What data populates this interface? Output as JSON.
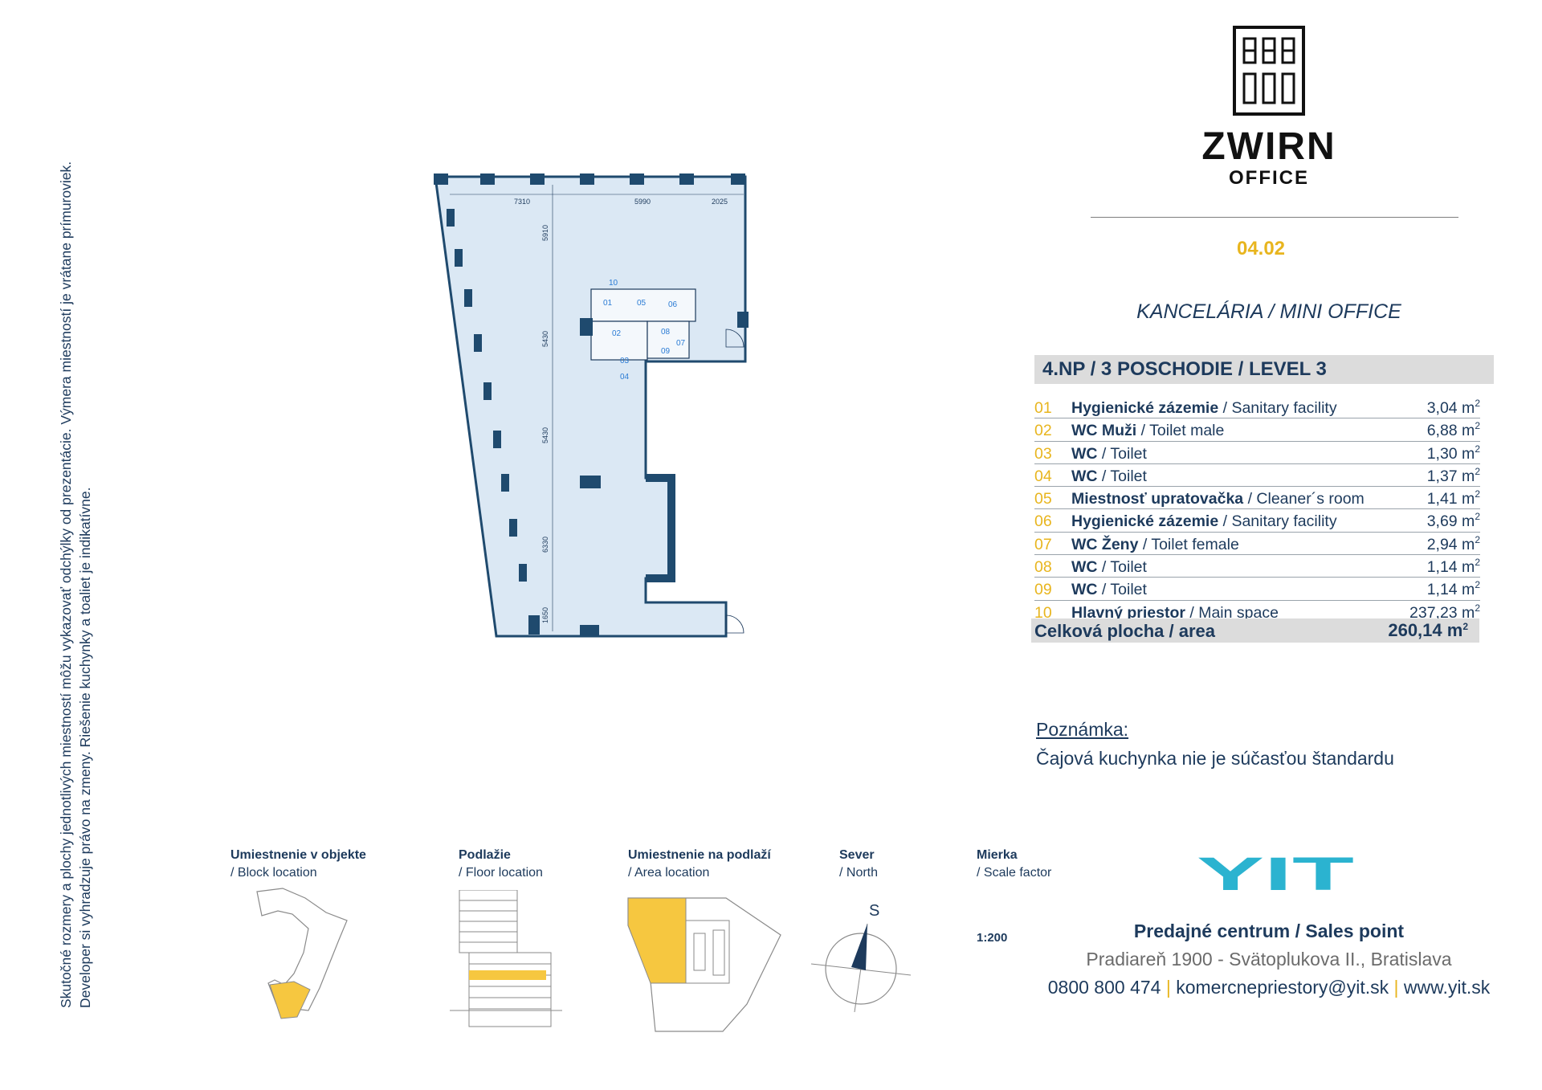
{
  "disclaimer": {
    "line1": "Skutočné rozmery a plochy jednotlivých miestností môžu vykazovať odchýlky od prezentácie. Výmera miestností je vrátane prímuroviek.",
    "line2": "Developer si vyhradzuje právo na zmeny. Riešenie kuchynky a toaliet je indikatívne."
  },
  "logo": {
    "name": "ZWIRN",
    "sub": "OFFICE"
  },
  "unit": {
    "code": "04.02",
    "type": "KANCELÁRIA / MINI OFFICE",
    "level": "4.NP / 3 POSCHODIE / LEVEL 3"
  },
  "floorplan": {
    "dimensions": [
      "7310",
      "5990",
      "2025",
      "5910",
      "5430",
      "5430",
      "6330",
      "1650"
    ],
    "room_labels": [
      "10",
      "01",
      "05",
      "06",
      "02",
      "08",
      "07",
      "09",
      "03",
      "04"
    ]
  },
  "rooms": [
    {
      "num": "01",
      "name_bold": "Hygienické zázemie",
      "name_rest": " / Sanitary facility",
      "area": "3,04 m",
      "unit_sup": "2"
    },
    {
      "num": "02",
      "name_bold": "WC  Muži",
      "name_rest": " / Toilet male",
      "area": "6,88 m",
      "unit_sup": "2"
    },
    {
      "num": "03",
      "name_bold": "WC",
      "name_rest": " / Toilet",
      "area": "1,30 m",
      "unit_sup": "2"
    },
    {
      "num": "04",
      "name_bold": "WC",
      "name_rest": " / Toilet",
      "area": "1,37 m",
      "unit_sup": "2"
    },
    {
      "num": "05",
      "name_bold": "Miestnosť upratovačka",
      "name_rest": " / Cleaner´s room",
      "area": "1,41 m",
      "unit_sup": "2"
    },
    {
      "num": "06",
      "name_bold": "Hygienické zázemie",
      "name_rest": " / Sanitary facility",
      "area": "3,69 m",
      "unit_sup": "2"
    },
    {
      "num": "07",
      "name_bold": "WC Ženy",
      "name_rest": " / Toilet female",
      "area": "2,94 m",
      "unit_sup": "2"
    },
    {
      "num": "08",
      "name_bold": "WC",
      "name_rest": " / Toilet",
      "area": "1,14 m",
      "unit_sup": "2"
    },
    {
      "num": "09",
      "name_bold": "WC",
      "name_rest": " / Toilet",
      "area": "1,14 m",
      "unit_sup": "2"
    },
    {
      "num": "10",
      "name_bold": "Hlavný priestor",
      "name_rest": " / Main space",
      "area": "237,23 m",
      "unit_sup": "2"
    }
  ],
  "total": {
    "label": "Celková plocha / area",
    "area": "260,14 m",
    "unit_sup": "2"
  },
  "note": {
    "title": "Poznámka:",
    "text": "Čajová kuchynka nie je súčasťou štandardu"
  },
  "minimaps": {
    "block": {
      "title": "Umiestnenie v objekte",
      "sub": "/ Block location"
    },
    "floor": {
      "title": "Podlažie",
      "sub": "/ Floor location"
    },
    "area": {
      "title": "Umiestnenie na podlaží",
      "sub": "/ Area location"
    },
    "north": {
      "title": "Sever",
      "sub": "/ North",
      "letter": "S"
    },
    "scale": {
      "title": "Mierka",
      "sub": "/ Scale factor",
      "value": "1:200"
    }
  },
  "sales": {
    "logo_text": "YIT",
    "title": "Predajné centrum / Sales point",
    "address": "Pradiareň 1900 - Svätoplukova II., Bratislava",
    "phone": "0800 800 474",
    "sep": "|",
    "email": "komercnepriestory@yit.sk",
    "web": "www.yit.sk"
  },
  "colors": {
    "accent": "#e8b51e",
    "navy": "#1d3a5c",
    "floor_fill": "#dbe8f4",
    "wall": "#1f4a6e",
    "yit": "#2bb3d0"
  }
}
